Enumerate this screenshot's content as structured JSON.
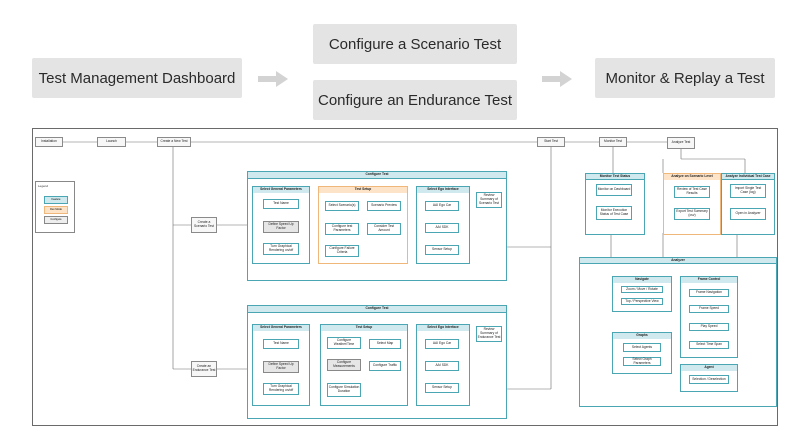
{
  "headers": {
    "dashboard": "Test Management Dashboard",
    "scenario": "Configure a Scenario Test",
    "endurance": "Configure an Endurance Test",
    "monitor": "Monitor & Replay a Test"
  },
  "flow": {
    "installation": "Installation",
    "launch": "Launch",
    "create_new": "Create a New Test",
    "start": "Start Test",
    "monitor": "Monitor Test",
    "analyze": "Analyze Test",
    "create_scenario": "Create a Scenario Test",
    "create_endurance": "Create an Endurance Test"
  },
  "legend": {
    "title": "Legend",
    "items": [
      "Feature",
      "Dev Mode",
      "Configure"
    ]
  },
  "scenario_config": {
    "title": "Configure Test",
    "general": {
      "title": "Select General Parameters",
      "items": [
        "Test Name",
        "Define Speed Up Factor",
        "Turn Graphical Rendering on/off"
      ]
    },
    "setup": {
      "title": "Test Setup",
      "items": [
        "Select Scenario(s)",
        "Scenario Preview",
        "Configure test Parameters",
        "Consider Test Amount",
        "Configure Failure Criteria"
      ]
    },
    "ego": {
      "title": "Select Ego Interface",
      "items": [
        "AAI Ego Car",
        "AAI SDK",
        "Sensor Setup"
      ]
    },
    "review": "Review Summary of Scenario Test"
  },
  "endurance_config": {
    "title": "Configure Test",
    "general": {
      "title": "Select General Parameters",
      "items": [
        "Test Name",
        "Define Speed Up Factor",
        "Turn Graphical Rendering on/off"
      ]
    },
    "setup": {
      "title": "Test Setup",
      "items": [
        "Configure Weather/Time",
        "Select Map",
        "Configure Measurements",
        "Configure Traffic",
        "Configure Simulation Duration"
      ]
    },
    "ego": {
      "title": "Select Ego Interface",
      "items": [
        "AAI Ego Car",
        "AAI SDK",
        "Sensor Setup"
      ]
    },
    "review": "Review Summary of Endurance Test"
  },
  "monitor_status": {
    "title": "Monitor Test Status",
    "items": [
      "Monitor on Dashboard",
      "Monitor Execution Status of Test Case"
    ]
  },
  "analyze_scenario": {
    "title": "Analyze on Scenario Level",
    "items": [
      "Review of Test Case Results",
      "Export Test Summary (csv)"
    ]
  },
  "analyze_case": {
    "title": "Analyze Individual Test Case",
    "items": [
      "Import Single Test Case (log)",
      "Open in Analyzer"
    ]
  },
  "analyzer": {
    "title": "Analyzer",
    "navigate": {
      "title": "Navigate",
      "items": [
        "Zoom / Move / Rotate",
        "Top / Perspective View"
      ]
    },
    "graphs": {
      "title": "Graphs",
      "items": [
        "Select Agents",
        "Select Graph Parameters"
      ]
    },
    "frame": {
      "title": "Frame Control",
      "items": [
        "Frame Navigation",
        "Frame Speed",
        "Play Speed",
        "Select Time Span"
      ]
    },
    "agent": {
      "title": "Agent",
      "items": [
        "Selection / Deselection"
      ]
    }
  }
}
